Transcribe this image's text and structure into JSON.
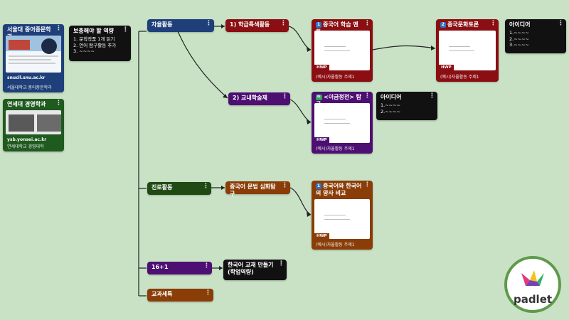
{
  "colors": {
    "background": "#c9e2c6",
    "navy": "#1e3f7a",
    "dark_green": "#1f5a1f",
    "black": "#111111",
    "maroon": "#8a0e12",
    "purple": "#4d0f72",
    "brown": "#8a3d07",
    "logo_ring": "#5f9a4a"
  },
  "cards": {
    "snu": {
      "title": "서울대 중어중문학과",
      "url": "snucll.snu.ac.kr",
      "caption": "서울대학교 중어중문학과"
    },
    "yonsei": {
      "title": "연세대 경영학과",
      "url": "ysb.yonsei.ac.kr",
      "caption": "연세대학교 경영대학"
    },
    "todo": {
      "title": "보충해야 할 역량",
      "lines": [
        "1. 문학작품 1개 읽기",
        "2. 언어 탐구활동 추가",
        "3. ~~~~"
      ]
    },
    "jayul": {
      "title": "자율활동"
    },
    "jinro": {
      "title": "진로활동"
    },
    "sixteen": {
      "title": "16+1"
    },
    "gyogwa": {
      "title": "교과세특"
    },
    "hakgeup": {
      "title": "1) 학급특색활동"
    },
    "gyonae": {
      "title": "2) 교내학술제"
    },
    "munbeop": {
      "title": "중국어 문법 심화탐구"
    },
    "textbook": {
      "title": "한국어 교재 만들기 (학업역량)"
    },
    "mentor": {
      "badge": "1",
      "title": "중국어 학습 멘토",
      "file": "HWP",
      "caption": "(예시)자율활동 주제1"
    },
    "toron": {
      "badge": "2",
      "title": "중국문화토론",
      "file": "HWP",
      "caption": "(예시)자율활동 주제1"
    },
    "idea1": {
      "title": "아이디어",
      "lines": [
        "1.~~~~",
        "2.~~~~",
        "3.~~~~"
      ]
    },
    "igeum": {
      "badge": "🆗",
      "title": "<이금정전> 탐구",
      "file": "HWP",
      "caption": "(예시)자율활동 주제1"
    },
    "idea2": {
      "title": "아이디어",
      "lines": [
        "1.~~~~",
        "2.~~~~"
      ]
    },
    "bigyo": {
      "badge": "1",
      "title": "중국어와 한국어의 양사 비교",
      "file": "HWP",
      "caption": "(예시)자율활동 주제1"
    }
  },
  "logo": {
    "text": "padlet"
  }
}
